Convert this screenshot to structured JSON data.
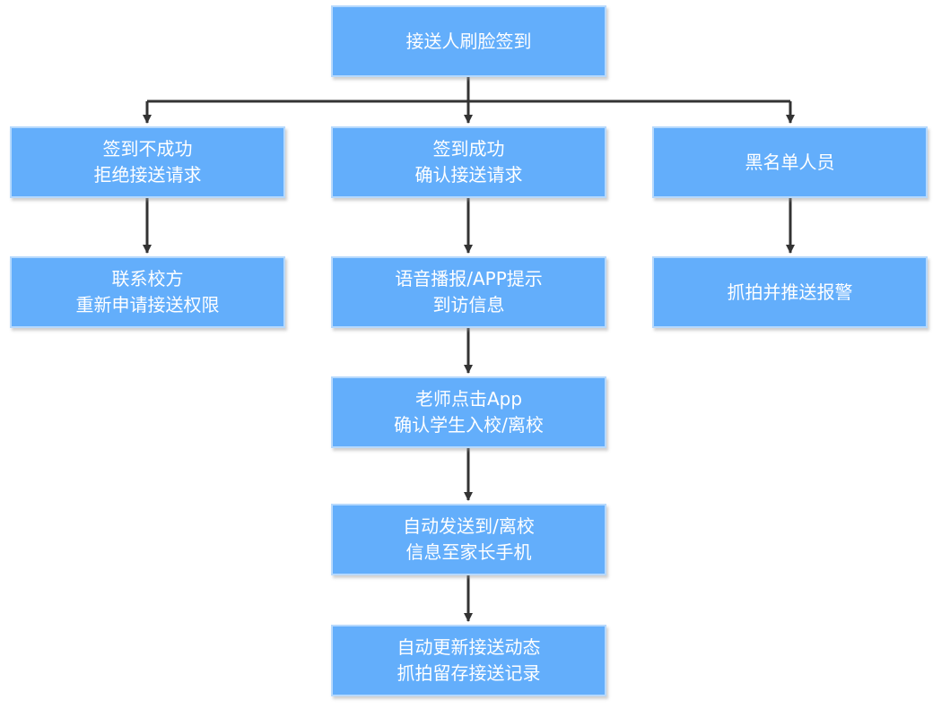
{
  "colors": {
    "node_fill": "#63aefb",
    "node_border": "#b6d9fd",
    "node_text": "#ffffff",
    "connector": "#333333"
  },
  "nodes": {
    "start": {
      "lines": [
        "接送人刷脸签到"
      ]
    },
    "fail": {
      "lines": [
        "签到不成功",
        "拒绝接送请求"
      ]
    },
    "success": {
      "lines": [
        "签到成功",
        "确认接送请求"
      ]
    },
    "blacklist": {
      "lines": [
        "黑名单人员"
      ]
    },
    "contact_school": {
      "lines": [
        "联系校方",
        "重新申请接送权限"
      ]
    },
    "voice_prompt": {
      "lines": [
        "语音播报/APP提示",
        "到访信息"
      ]
    },
    "photo_alarm": {
      "lines": [
        "抓拍并推送报警"
      ]
    },
    "teacher_confirm": {
      "lines": [
        "老师点击App",
        "确认学生入校/离校"
      ]
    },
    "notify_parent": {
      "lines": [
        "自动发送到/离校",
        "信息至家长手机"
      ]
    },
    "update_record": {
      "lines": [
        "自动更新接送动态",
        "抓拍留存接送记录"
      ]
    }
  }
}
